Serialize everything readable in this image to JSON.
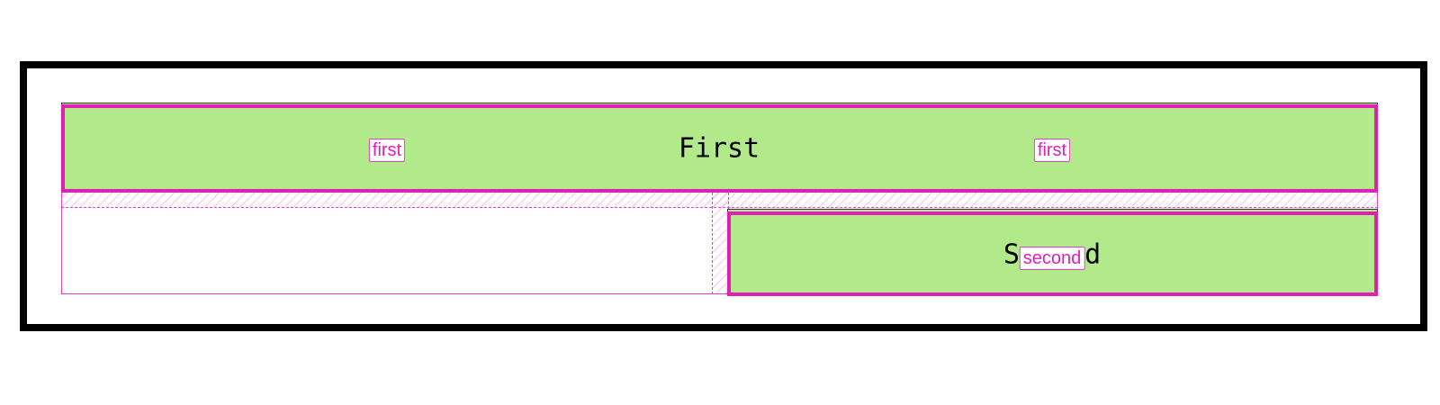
{
  "items": {
    "first": {
      "text": "First",
      "area": "first"
    },
    "second": {
      "text": "Second",
      "area": "second"
    }
  },
  "badges": {
    "first_left": "first",
    "first_right": "first",
    "second": "second"
  },
  "colors": {
    "item_fill": "#b2ea8b",
    "overlay": "#e11fb5",
    "frame": "#000000"
  }
}
